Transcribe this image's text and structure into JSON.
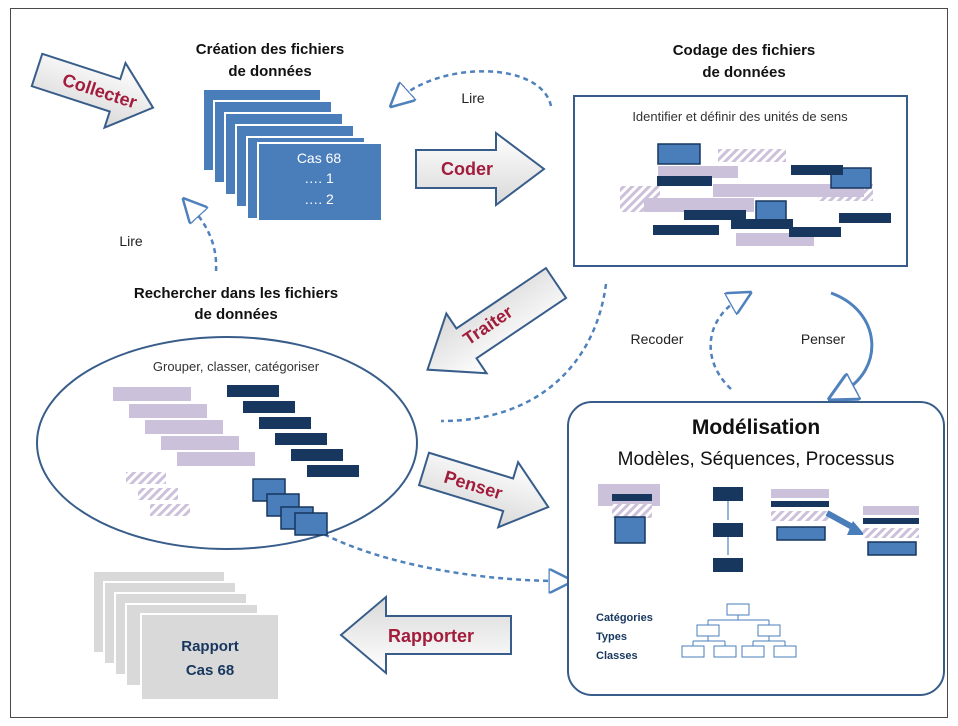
{
  "title_creation": [
    "Création des fichiers",
    "de données"
  ],
  "title_codage": [
    "Codage des fichiers",
    "de données"
  ],
  "title_recherche": [
    "Rechercher dans les fichiers",
    "de données"
  ],
  "arrow_collecter": "Collecter",
  "arrow_coder": "Coder",
  "arrow_traiter": "Traiter",
  "arrow_penser": "Penser",
  "arrow_rapporter": "Rapporter",
  "label_lire_top": "Lire",
  "label_lire_left": "Lire",
  "label_recoder": "Recoder",
  "label_penser_right": "Penser",
  "file_card": [
    "Cas 68",
    "…. 1",
    "…. 2"
  ],
  "coding_box_caption": "Identifier et définir des unités de sens",
  "ellipse_caption": "Grouper, classer, catégoriser",
  "model_title": "Modélisation",
  "model_subtitle": "Modèles, Séquences, Processus",
  "model_legend": [
    "Catégories",
    "Types",
    "Classes"
  ],
  "report_card": [
    "Rapport",
    "Cas 68"
  ],
  "colors": {
    "arrow_text": "#a21c3c",
    "file_blue": "#4a7ebb",
    "dark_navy": "#17375e",
    "light_purple": "#ccc1da",
    "frame_line": "#385d8a"
  }
}
